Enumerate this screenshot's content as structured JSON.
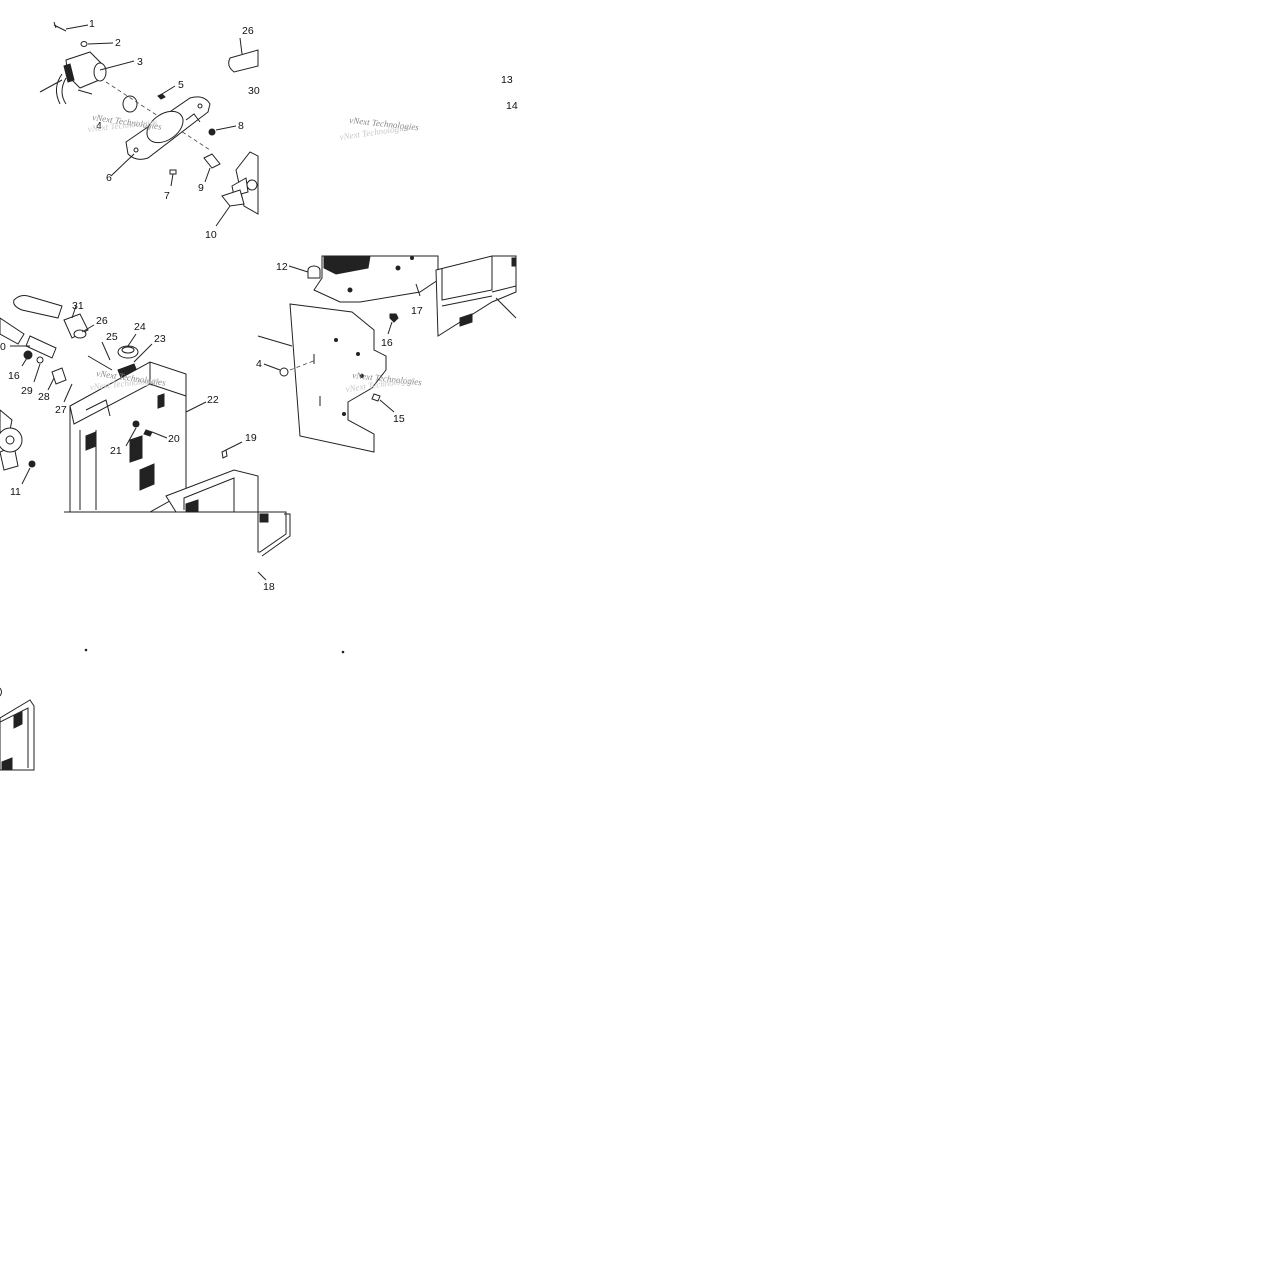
{
  "callouts": {
    "c1": "1",
    "c2": "2",
    "c3": "3",
    "c4a": "4",
    "c4b": "4",
    "c5": "5",
    "c6": "6",
    "c7": "7",
    "c8": "8",
    "c9": "9",
    "c10": "10",
    "c11": "11",
    "c12": "12",
    "c13": "13",
    "c14": "14",
    "c15": "15",
    "c16a": "16",
    "c16b": "16",
    "c17": "17",
    "c18": "18",
    "c19": "19",
    "c20": "20",
    "c21": "21",
    "c22": "22",
    "c23": "23",
    "c24": "24",
    "c25": "25",
    "c26a": "26",
    "c26b": "26",
    "c27": "27",
    "c28": "28",
    "c29": "29",
    "c30a": "30",
    "c30b": "0",
    "c31": "31"
  },
  "watermark": {
    "text": "vNext Technologies"
  }
}
